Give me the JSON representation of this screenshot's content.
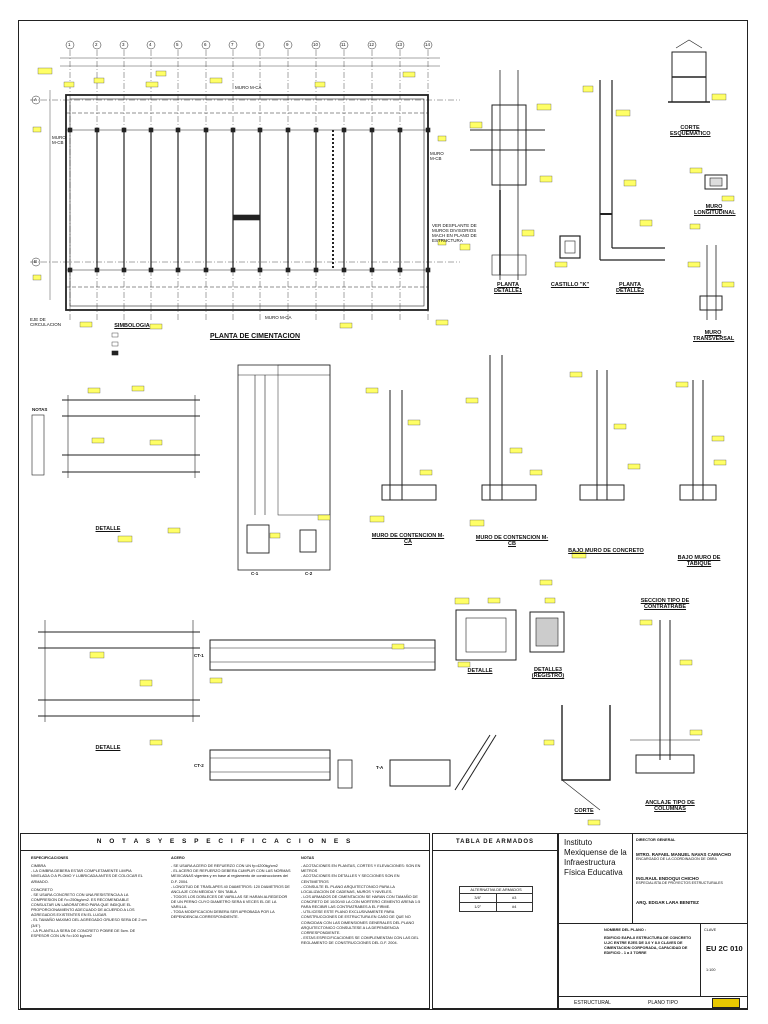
{
  "plans": {
    "planta_cimentacion": "PLANTA DE CIMENTACION",
    "simbologia": "SIMBOLOGIA",
    "muro_mca_top": "MURO M-CA",
    "muro_mca_bottom": "MURO M-CA",
    "muro_mcb_left": "MURO M-CB",
    "muro_mcb_right": "MURO M-CB",
    "eje_circulacion": "EJE DE CIRCULACION",
    "ver_desplante": "VER DESPLANTE DE MUROS DIVISORIOS MACH EN PLANO DE ESTRUCTURA",
    "axis_numbers": [
      "1",
      "2",
      "3",
      "4",
      "5",
      "6",
      "7",
      "8",
      "9",
      "10",
      "11",
      "12",
      "13",
      "14"
    ],
    "axis_letters": [
      "A",
      "B"
    ],
    "corte_esquematico": "CORTE ESQUEMATICO",
    "muro_longitudinal": "MURO LONGITUDINAL",
    "muro_transversal": "MURO TRANSVERSAL",
    "planta_detalle1": "PLANTA DETALLE1",
    "castillo_k": "CASTILLO \"K\"",
    "planta_detalle2": "PLANTA DETALLE2",
    "muro_contencion_mca": "MURO DE CONTENCION M-CA",
    "muro_contencion_mcb": "MURO DE CONTENCION M-CB",
    "bajo_muro_concreto": "BAJO MURO DE CONCRETO",
    "bajo_muro_tabique": "BAJO MURO DE TABIQUE",
    "seccion_contratrabe": "SECCION TIPO DE CONTRATRABE",
    "detalle_losa": "DETALLE",
    "detalle_registro": "DETALLE3 (REGISTRO)",
    "anclaje_columnas": "ANCLAJE TIPO DE COLUMNAS",
    "corte": "CORTE",
    "notas_small": "NOTAS",
    "c1": "C-1",
    "c2": "C-2",
    "ct1": "CT-1",
    "ct2": "CT-2",
    "t_a": "T-A",
    "detalle_a": "DETALLE",
    "detalle_b": "DETALLE"
  },
  "notes": {
    "title": "N O T A S   Y   E S P E C I F I C A C I O N E S",
    "col1_head": "ESPECIFICACIONES",
    "col1": [
      "CIMBRA",
      "- LA CIMBRA DEBERA ESTAR COMPLETAMENTE LIMPIA NIVELADA O A PLOMO Y LUBRICADA ANTES DE COLOCAR EL ARMADO.",
      "CONCRETO",
      "- SE USARA CONCRETO CON UNA RESISTENCIA A LA COMPRESION DE f'c=250kg/cm2. ES RECOMENDABLE CONSULTAR UN LABORATORIO PARA QUE INDIQUE EL PROPORCIONAMIENTO ADECUADO DE ACUERDO A LOS AGREGADOS EXISTENTES EN EL LUGAR.",
      "- EL TAMAÑO MAXIMO DEL AGREGADO GRUESO SERA DE 2 cm (3/4\").",
      "- LA PLANTILLA SERA DE CONCRETO POBRE DE 5cm. DE ESPESOR CON UN f'c=100 kg/cm2"
    ],
    "col2_head": "ACERO",
    "col2": [
      "- SE USARA ACERO DE REFUERZO CON UN fy=4200kg/cm2",
      "- EL ACERO DE REFUERZO DEBERA CUMPLIR CON LAS NORMAS MEXICANAS vigentes y en base al reglamento de construcciones del D.F. 2004.",
      "- LONGITUD DE TRASLAPES 40 DIAMETROS: 120 DIAMETROS DE ANCLAJE CON MEDIDA Y SIN TABLA",
      "- TODOS LOS DOBLECES DE VARILLAS SE HARAN ALREDEDOR DE UN PERNO CUYO DIAMETRO SERA 6 VECES EL DE LA VARILLA.",
      "- TODA MODIFICACION DEBERA SER APROBADA POR LA DEPENDENCIA CORRESPONDIENTE."
    ],
    "col3_head": "NOTAS",
    "col3": [
      "- ACOTACIONES EN PLANTAS, CORTES Y ELEVACIONES: SON EN METROS",
      "- ACOTACIONES EN DETALLES Y SECCIONES SON EN CENTIMETROS",
      "- CONSULTE EL PLANO ARQUITECTONICO PARA LA LOCALIZACION DE CADENAS, MUROS Y NIVELES.",
      "- LOS ARMADOS DE CIMENTACION SE HARAN CON TAMAÑO DE CONCRETO DE 10/20/40 LA CON MORTERO CEMENTO ARENA 1:5 PARA RECIBIR LAS CONTRATRABES A EL FIRME.",
      "- UTILICESE ESTE PLANO EXCLUSIVAMENTE PARA CONSTRUCCIONES DE ESTRUCTURA EN CASO DE QUE NO COINCIDAN CON LAS DIMENSIONES GENERALES DEL PLANO ARQUITECTONICO CONSULTESE A LA DEPENDENCIA CORRESPONDIENTE.",
      "- ESTAS ESPECIFICACIONES SE COMPLEMENTAN CON LAS DEL REGLAMENTO DE CONSTRUCCIONES DEL D.F. 2004."
    ]
  },
  "tabla": {
    "title": "TABLA DE ARMADOS",
    "sub": "ALTERNATIVA DE ARMADOS",
    "rows": [
      [
        "3/8\"",
        "#3"
      ],
      [
        "1/2\"",
        "#4"
      ]
    ]
  },
  "titleblock": {
    "institute": "Instituto Mexiquense de la Infraestructura Física Educativa",
    "director_label": "DIRECTOR GENERAL",
    "director": "MTRO. RAFAEL MANUEL NAVAS CAMACHO",
    "director_role": "ENCARGADO DE LA COORDINACION DE OBRA",
    "subdir": "ING.RAUL ENDOQUI CHICHO",
    "subdir_role": "ESPECIALISTA DE PROYECTOS ESTRUCTURALES",
    "elaboro": "ARQ. EDGAR LARA BENITEZ",
    "plan_name_label": "NOMBRE DEL PLANO :",
    "plan_name": "EDIFICIO EAPA-II ESTRUCTURA DE CONCRETO U-2C ENTRE EJES DE 3.0 Y 8.0 CLAVES DE CIMENTACION CORPORADA, CAPACIDAD DE EDIFICIO - 1 a 3 TORRE",
    "clave_label": "CLAVE",
    "clave": "EU 2C  010",
    "estructural": "ESTRUCTURAL",
    "plano_tipo": "PLANO TIPO",
    "escala": "1:100"
  }
}
